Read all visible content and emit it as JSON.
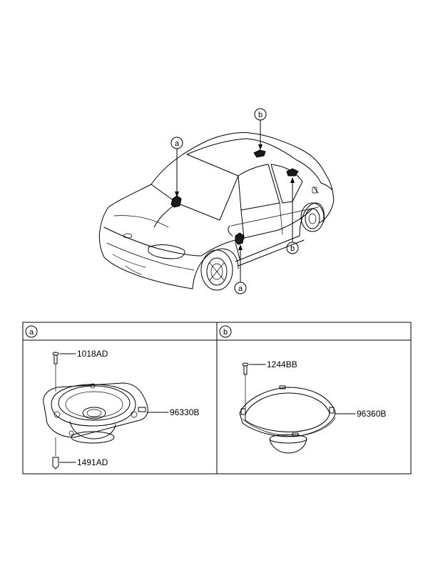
{
  "callouts": {
    "front_door_top": "a",
    "front_door_bottom": "a",
    "rear_shelf": "b",
    "rear_door": "b"
  },
  "panels": [
    {
      "label": "a",
      "parts": [
        {
          "code": "1018AD"
        },
        {
          "code": "96330B"
        },
        {
          "code": "1491AD"
        }
      ]
    },
    {
      "label": "b",
      "parts": [
        {
          "code": "1244BB"
        },
        {
          "code": "96360B"
        }
      ]
    }
  ]
}
